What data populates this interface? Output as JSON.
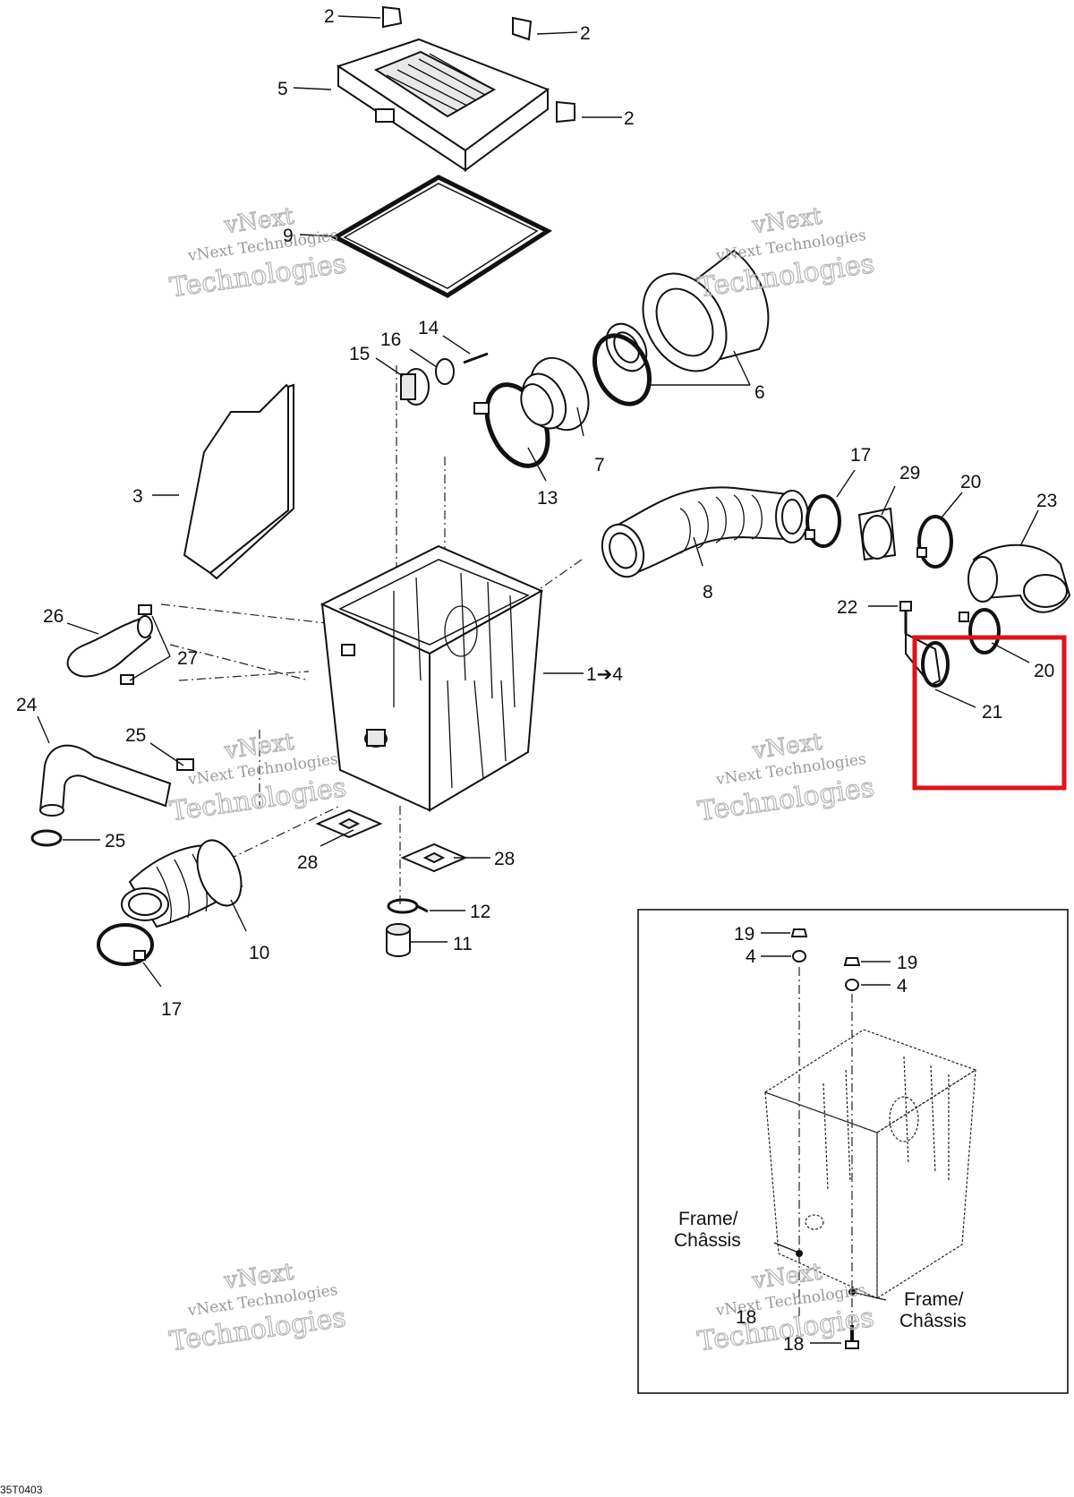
{
  "callouts": {
    "c2a": "2",
    "c2b": "2",
    "c2c": "2",
    "c5": "5",
    "c9": "9",
    "c14": "14",
    "c15": "15",
    "c16": "16",
    "c6": "6",
    "c7": "7",
    "c13": "13",
    "c3": "3",
    "c8": "8",
    "c17a": "17",
    "c29": "29",
    "c20a": "20",
    "c23": "23",
    "c22": "22",
    "c20b": "20",
    "c21": "21",
    "c1_4": "1➔4",
    "c26": "26",
    "c27": "27",
    "c24": "24",
    "c25a": "25",
    "c25b": "25",
    "c28a": "28",
    "c28b": "28",
    "c12": "12",
    "c11": "11",
    "c10": "10",
    "c17b": "17"
  },
  "inset": {
    "c19a": "19",
    "c4a": "4",
    "c19b": "19",
    "c4b": "4",
    "frame_left_1": "Frame/",
    "frame_left_2": "Châssis",
    "frame_right_1": "Frame/",
    "frame_right_2": "Châssis",
    "c18a": "18",
    "c18b": "18"
  },
  "watermark": {
    "brand": "vNext",
    "company": "vNext Technologies",
    "word": "Technologies"
  },
  "footer": {
    "code": "35T0403"
  },
  "highlight": {
    "color": "#e0121b",
    "target": "21"
  },
  "icons": [
    "air-box",
    "air-box-cover",
    "air-filter",
    "clamp",
    "hose",
    "gasket",
    "drain-valve"
  ]
}
